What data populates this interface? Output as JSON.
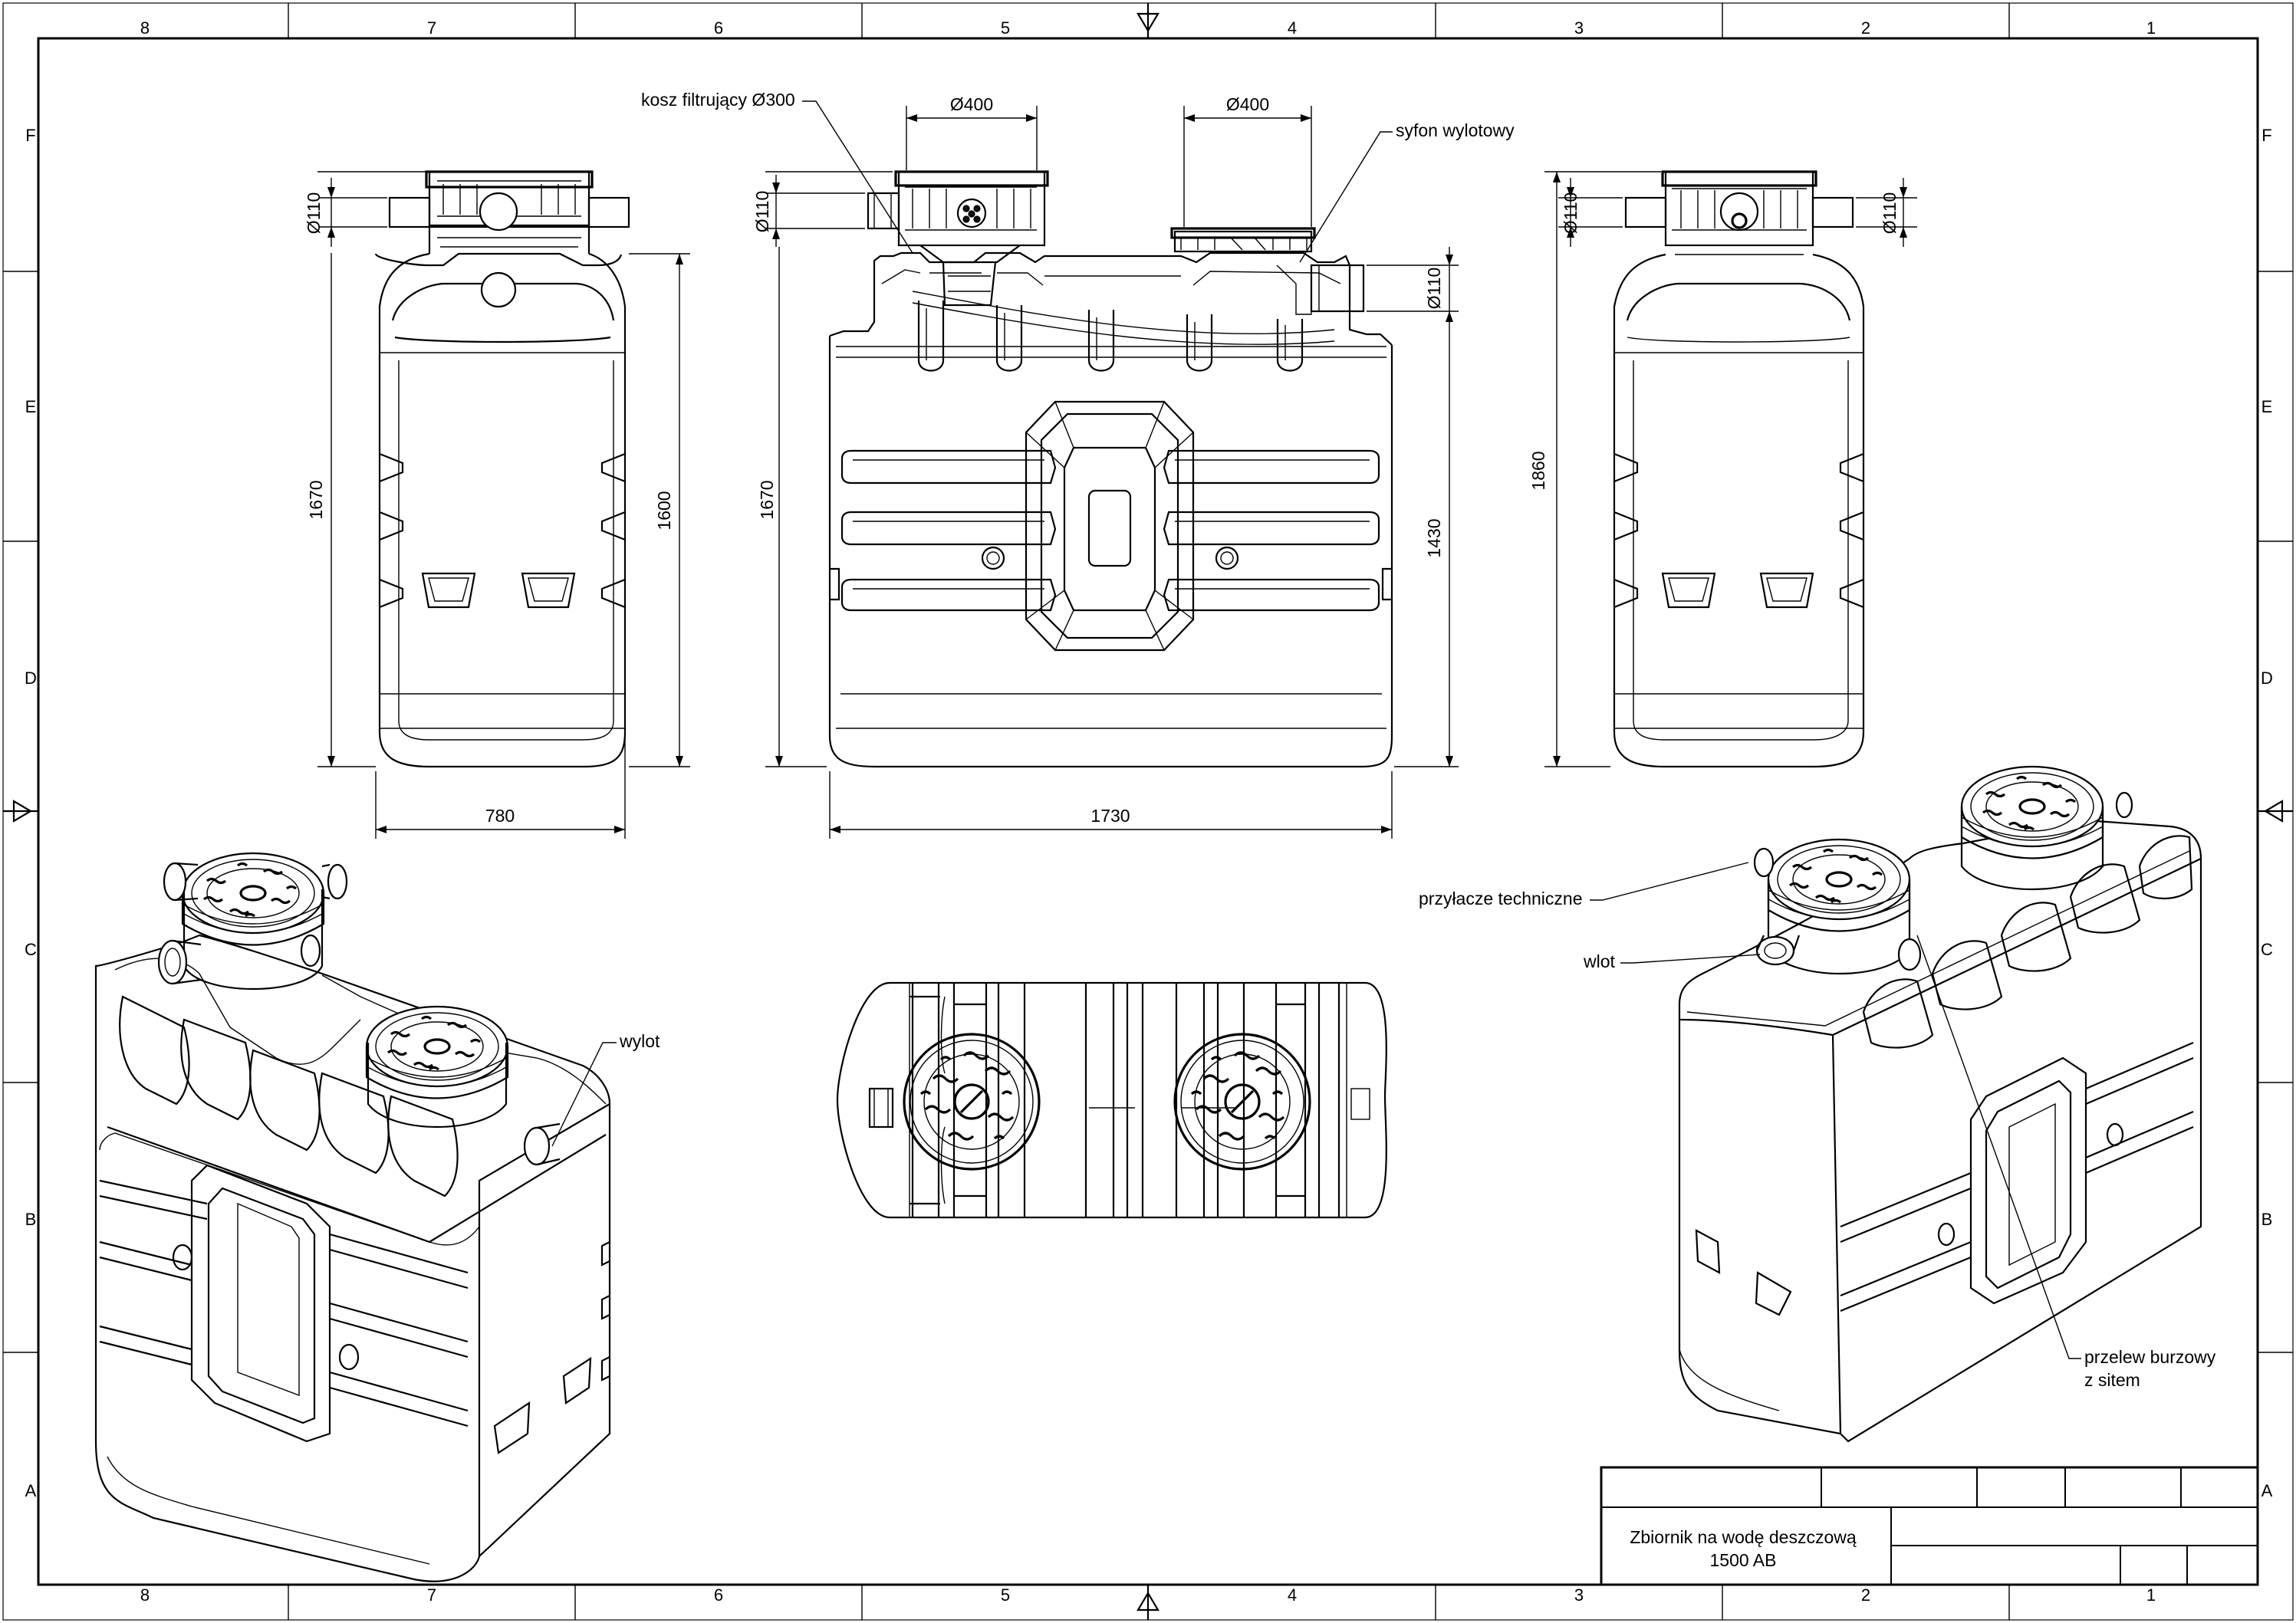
{
  "sheet": {
    "column_labels": [
      "8",
      "7",
      "6",
      "5",
      "4",
      "3",
      "2",
      "1"
    ],
    "row_labels": [
      "F",
      "E",
      "D",
      "C",
      "B",
      "A"
    ]
  },
  "dimensions": {
    "side_left": {
      "pipe": "Ø110",
      "height_total": "1670",
      "height_body": "1600",
      "width": "780"
    },
    "front": {
      "pipe_left": "Ø110",
      "pipe_right": "Ø110",
      "height_total": "1670",
      "height_outlet": "1430",
      "length": "1730",
      "dome_left": "Ø400",
      "dome_right": "Ø400"
    },
    "side_right": {
      "pipe_left": "Ø110",
      "pipe_right": "Ø110",
      "height": "1860"
    }
  },
  "labels": {
    "filter_basket": "kosz filtrujący Ø300",
    "outlet_siphon": "syfon wylotowy",
    "outlet": "wylot",
    "technical_connection": "przyłacze techniczne",
    "inlet": "wlot",
    "storm_overflow_line1": "przelew burzowy",
    "storm_overflow_line2": "z sitem"
  },
  "title_block": {
    "title_line1": "Zbiornik na wodę deszczową",
    "title_line2": "1500 AB"
  }
}
